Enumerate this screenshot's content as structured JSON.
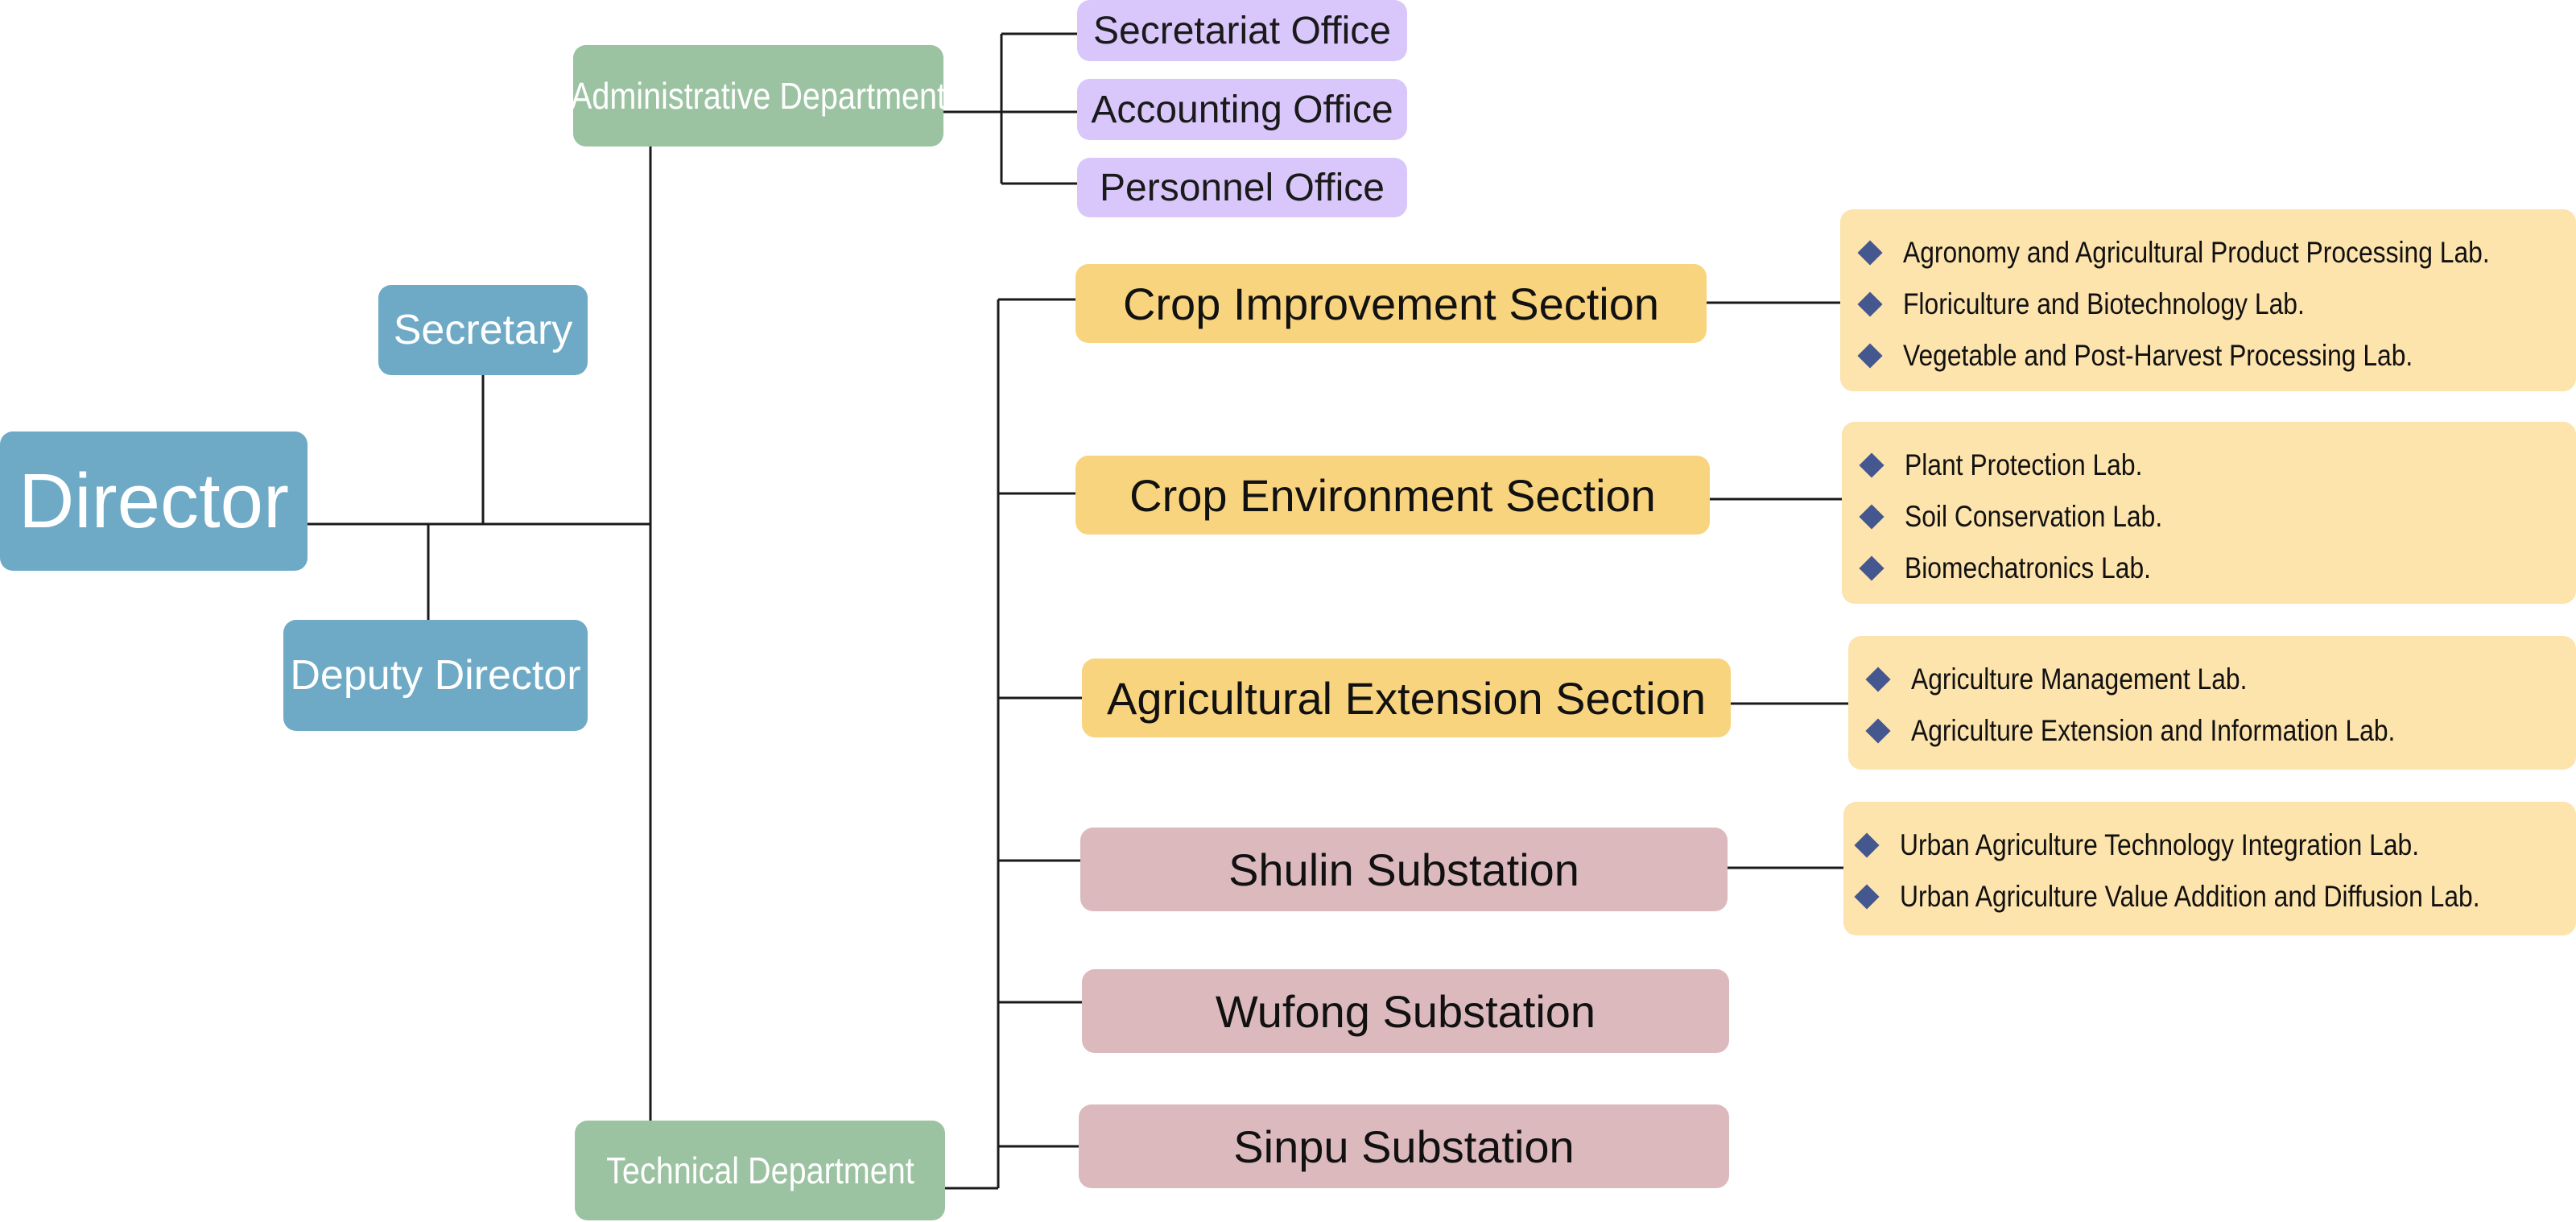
{
  "director": "Director",
  "secretary": "Secretary",
  "deputy_director": "Deputy Director",
  "administrative_department": "Administrative Department",
  "technical_department": "Technical Department",
  "offices": [
    "Secretariat Office",
    "Accounting Office",
    "Personnel Office"
  ],
  "sections": [
    {
      "name": "Crop Improvement Section",
      "labs": [
        "Agronomy and Agricultural Product Processing Lab.",
        "Floriculture and Biotechnology Lab.",
        "Vegetable and Post-Harvest Processing Lab."
      ]
    },
    {
      "name": "Crop Environment Section",
      "labs": [
        "Plant Protection Lab.",
        "Soil Conservation Lab.",
        "Biomechatronics Lab."
      ]
    },
    {
      "name": "Agricultural Extension Section",
      "labs": [
        "Agriculture Management Lab.",
        "Agriculture Extension and Information Lab."
      ]
    },
    {
      "name": "Shulin Substation",
      "labs": [
        "Urban Agriculture Technology Integration Lab.",
        "Urban Agriculture Value Addition and Diffusion Lab."
      ]
    },
    {
      "name": "Wufong Substation",
      "labs": []
    },
    {
      "name": "Sinpu Substation",
      "labs": []
    }
  ],
  "colors": {
    "leadership": "#6eaac6",
    "department": "#9bc2a1",
    "office": "#d9c7fb",
    "section": "#f9d47f",
    "substation": "#dbb9bd",
    "lab_panel": "#fde3ac",
    "bullet": "#44578f",
    "connector": "#1a1a1a"
  }
}
